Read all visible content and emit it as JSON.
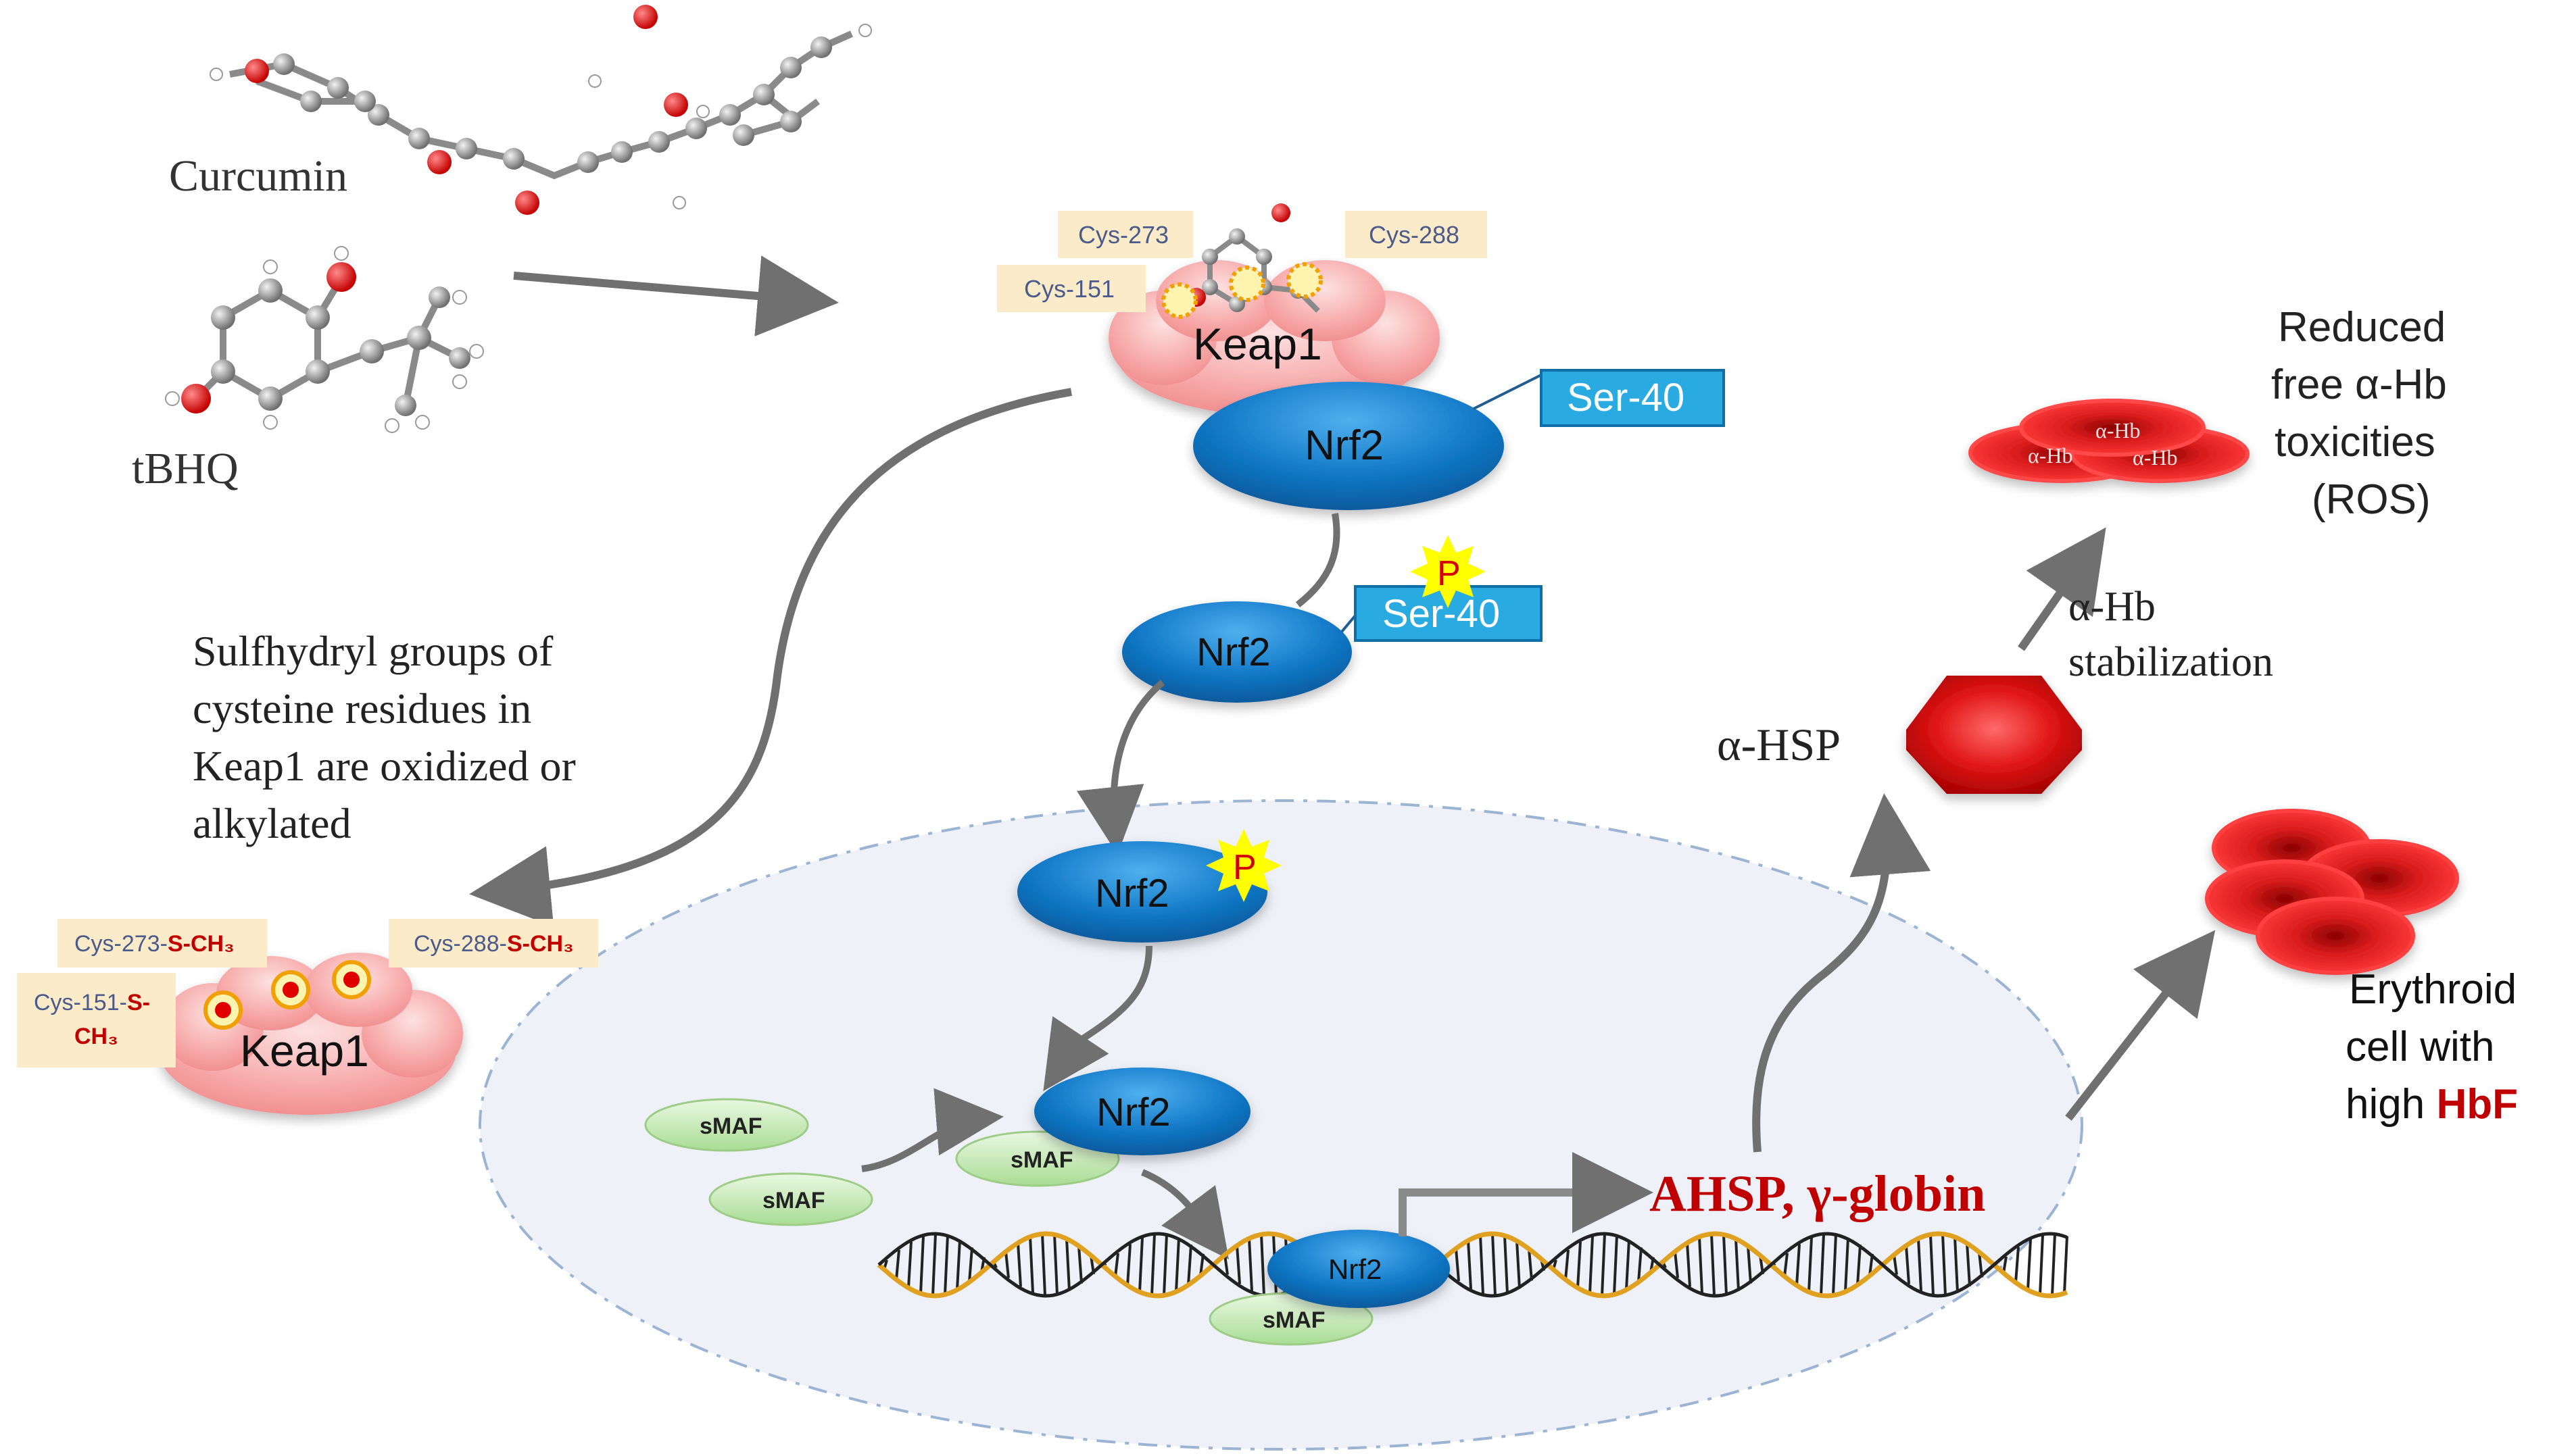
{
  "molecules": {
    "curcumin": "Curcumin",
    "tbhq": "tBHQ"
  },
  "keap1_top": {
    "label": "Keap1",
    "sites": [
      "Cys-273",
      "Cys-288",
      "Cys-151"
    ]
  },
  "ser40_tag_top": "Ser-40",
  "nrf2_labels": {
    "bound": "Nrf2",
    "released": "Nrf2",
    "phospho": "Nrf2",
    "dimer": "Nrf2",
    "dna": "Nrf2"
  },
  "phospho_tag": "Ser-40",
  "p_badge": "P",
  "oxidation_note": [
    "Sulfhydryl groups of",
    "cysteine residues in",
    "Keap1 are oxidized or",
    "alkylated"
  ],
  "keap1_bottom": {
    "label": "Keap1",
    "site_273": {
      "base": "Cys-273-",
      "mod": "S-CH₃"
    },
    "site_288": {
      "base": "Cys-288-",
      "mod": "S-CH₃"
    },
    "site_151": {
      "base": "Cys-151-",
      "mod": "S-",
      "mod2": "CH₃"
    }
  },
  "smaf_labels": [
    "sMAF",
    "sMAF",
    "sMAF",
    "sMAF"
  ],
  "target_genes": "AHSP, γ-globin",
  "ahsp": {
    "label": "α-HSP",
    "stabilization": [
      "α-Hb",
      "stabilization"
    ]
  },
  "reduced": {
    "lines": [
      "Reduced",
      "free α-Hb",
      "toxicities",
      "(ROS)"
    ],
    "cell_labels": [
      "α-Hb",
      "α-Hb",
      "α-Hb"
    ]
  },
  "erythroid": {
    "line1": "Erythroid",
    "line2": "cell with",
    "line3_prefix": "high ",
    "line3_highlight": "HbF"
  },
  "colors": {
    "nrf2_blue": "#1279c8",
    "tag_cyan": "#29abe2",
    "keap1_pink": "#f6a3a3",
    "hb_red": "#d91c1c",
    "arrow_grey": "#707070",
    "highlight_red": "#c00000",
    "smaf_green": "#c8eab8",
    "nucleus_fill": "#eef2f8"
  }
}
